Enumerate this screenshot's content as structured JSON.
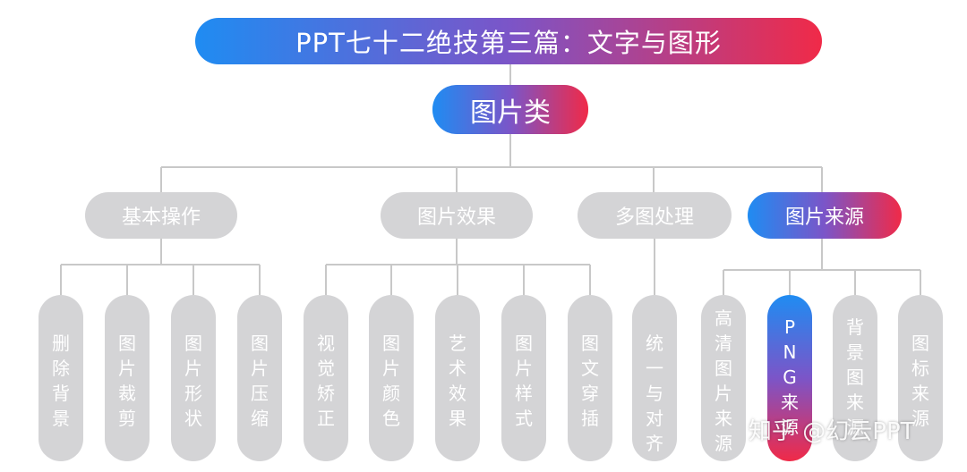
{
  "title": "PPT七十二绝技第三篇：文字与图形",
  "category": "图片类",
  "colors": {
    "gradient_start": "#1f8cf2",
    "gradient_end": "#f02a48",
    "gray_node": "#d4d4d6",
    "connector": "#c8c8c8"
  },
  "groups": [
    {
      "label": "基本操作",
      "highlighted": false,
      "children": [
        "删除背景",
        "图片裁剪",
        "图片形状",
        "图片压缩"
      ]
    },
    {
      "label": "图片效果",
      "highlighted": false,
      "children": [
        "视觉矫正",
        "图片颜色",
        "艺术效果",
        "图片样式",
        "图文穿插"
      ]
    },
    {
      "label": "多图处理",
      "highlighted": false,
      "children": [
        "统一与对齐"
      ]
    },
    {
      "label": "图片来源",
      "highlighted": true,
      "children": [
        "高清图片来源",
        "PNG来源",
        "背景图来源",
        "图标来源"
      ]
    }
  ],
  "highlighted_leaf": "PNG来源",
  "watermark": "知乎 @幻云PPT"
}
